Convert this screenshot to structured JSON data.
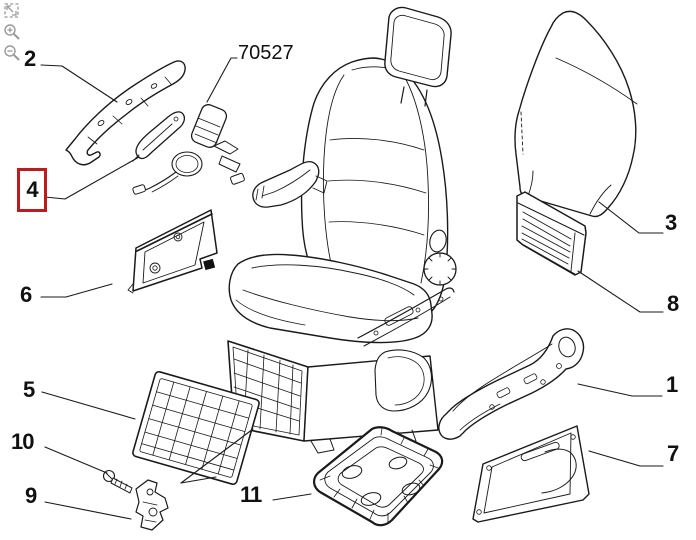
{
  "viewer": {
    "toolbar": {
      "icons": [
        {
          "name": "fit-to-screen"
        },
        {
          "name": "zoom-in"
        },
        {
          "name": "zoom-out"
        }
      ]
    },
    "colors": {
      "background": "#ffffff",
      "line": "#1a1a1a",
      "icon_gray": "#999999",
      "highlight_red": "#bf1a1f"
    }
  },
  "diagram": {
    "part_code": "70527",
    "selected_callout": "4",
    "callouts": [
      {
        "id": "2"
      },
      {
        "id": "4",
        "highlighted": true
      },
      {
        "id": "6"
      },
      {
        "id": "5"
      },
      {
        "id": "10"
      },
      {
        "id": "9"
      },
      {
        "id": "11"
      },
      {
        "id": "3"
      },
      {
        "id": "8"
      },
      {
        "id": "1"
      },
      {
        "id": "7"
      }
    ]
  }
}
